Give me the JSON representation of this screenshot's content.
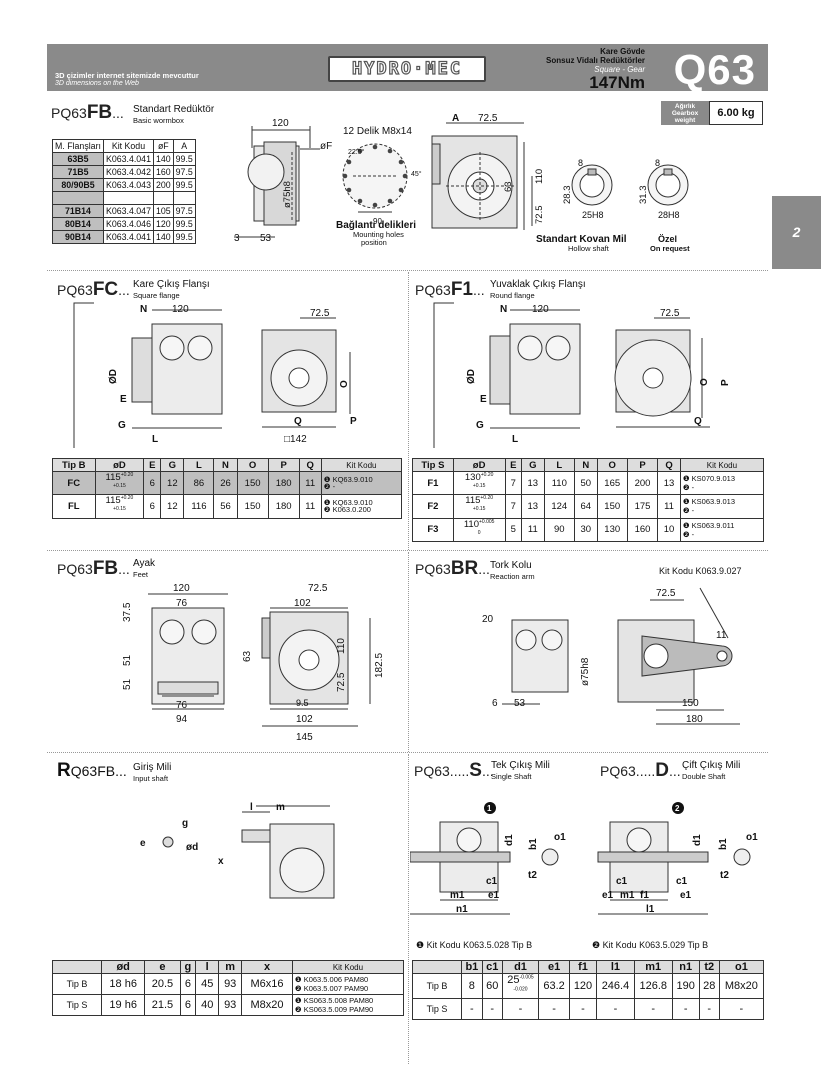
{
  "header": {
    "web_tr": "3D çizimler internet sitemizde mevcuttur",
    "web_en": "3D dimensions on the Web",
    "brand": "HYDRO·MEC",
    "cat_tr1": "Kare Gövde",
    "cat_tr2": "Sonsuz Vidalı Redüktörler",
    "cat_en": "Square - Gear",
    "torque": "147Nm",
    "model": "Q63"
  },
  "side_tab": "2",
  "fb": {
    "code_pre": "PQ63",
    "code_big": "FB",
    "code_post": "...",
    "title": "Standart Redüktör",
    "subtitle": "Basic wormbox",
    "weight_tr": "Ağırlık",
    "weight_en1": "Gearbox",
    "weight_en2": "weight",
    "weight": "6.00 kg",
    "table_headers": [
      "M. Flanşları",
      "Kit Kodu",
      "øF",
      "A"
    ],
    "rows": [
      [
        "63B5",
        "K063.4.041",
        "140",
        "99.5"
      ],
      [
        "71B5",
        "K063.4.042",
        "160",
        "97.5"
      ],
      [
        "80/90B5",
        "K063.4.043",
        "200",
        "99.5"
      ],
      [
        "",
        "",
        "",
        ""
      ],
      [
        "71B14",
        "K063.4.047",
        "105",
        "97.5"
      ],
      [
        "80B14",
        "K063.4.046",
        "120",
        "99.5"
      ],
      [
        "90B14",
        "K063.4.041",
        "140",
        "99.5"
      ]
    ],
    "holes_title": "12 Delik M8x14",
    "holes_tr": "Bağlantı delikleri",
    "holes_en1": "Mounting holes",
    "holes_en2": "position",
    "shaft_tr": "Standart Kovan Mil",
    "shaft_en": "Hollow shaft",
    "ozel_tr": "Özel",
    "ozel_en": "On request",
    "dims": {
      "d120": "120",
      "dF": "øF",
      "d75": "ø75h8",
      "d3": "3",
      "d53": "53",
      "dA": "A",
      "d72": "72.5",
      "d63": "63",
      "d110": "110",
      "d725": "72.5",
      "d90": "90",
      "d225": "22.5°",
      "d45": "45°",
      "d8": "8",
      "d283": "28.3",
      "d25": "25H8",
      "d8b": "8",
      "d313": "31.3",
      "d28": "28H8"
    }
  },
  "fc": {
    "code_pre": "PQ63",
    "code_big": "FC",
    "code_post": "...",
    "title": "Kare Çıkış Flanşı",
    "subtitle": "Square flange",
    "dims": {
      "N": "N",
      "d120": "120",
      "dD": "ØD",
      "E": "E",
      "G": "G",
      "L": "L",
      "d72": "72.5",
      "O": "O",
      "Q": "Q",
      "P": "P",
      "d142": "□142"
    },
    "headers": [
      "Tip B",
      "øD",
      "E",
      "G",
      "L",
      "N",
      "O",
      "P",
      "Q",
      "Kit Kodu"
    ],
    "rows": [
      {
        "tip": "FC",
        "d": "115",
        "tol1": "+0.20",
        "tol2": "+0.15",
        "E": "6",
        "G": "12",
        "L": "86",
        "N": "26",
        "O": "150",
        "P": "180",
        "Q": "11",
        "k1": "KQ63.9.010",
        "k2": "-"
      },
      {
        "tip": "FL",
        "d": "115",
        "tol1": "+0.20",
        "tol2": "+0.15",
        "E": "6",
        "G": "12",
        "L": "116",
        "N": "56",
        "O": "150",
        "P": "180",
        "Q": "11",
        "k1": "KQ63.9.010",
        "k2": "K063.0.200"
      }
    ]
  },
  "f1": {
    "code_pre": "PQ63",
    "code_big": "F1",
    "code_post": "...",
    "title": "Yuvaklak Çıkış Flanşı",
    "subtitle": "Round flange",
    "dims": {
      "N": "N",
      "d120": "120",
      "dD": "ØD",
      "E": "E",
      "G": "G",
      "L": "L",
      "d72": "72.5",
      "O": "O",
      "P": "P",
      "Q": "Q"
    },
    "headers": [
      "Tip S",
      "øD",
      "E",
      "G",
      "L",
      "N",
      "O",
      "P",
      "Q",
      "Kit Kodu"
    ],
    "rows": [
      {
        "tip": "F1",
        "d": "130",
        "tol1": "+0.20",
        "tol2": "+0.15",
        "E": "7",
        "G": "13",
        "L": "110",
        "N": "50",
        "O": "165",
        "P": "200",
        "Q": "13",
        "k1": "KS070.9.013",
        "k2": "-"
      },
      {
        "tip": "F2",
        "d": "115",
        "tol1": "+0.20",
        "tol2": "+0.15",
        "E": "7",
        "G": "13",
        "L": "124",
        "N": "64",
        "O": "150",
        "P": "175",
        "Q": "11",
        "k1": "KS063.9.013",
        "k2": "-"
      },
      {
        "tip": "F3",
        "d": "110",
        "tol1": "+0.005",
        "tol2": "0",
        "E": "5",
        "G": "11",
        "L": "90",
        "N": "30",
        "O": "130",
        "P": "160",
        "Q": "10",
        "k1": "KS063.9.011",
        "k2": "-"
      }
    ]
  },
  "feet": {
    "code_pre": "PQ63",
    "code_big": "FB",
    "code_post": "...",
    "title": "Ayak",
    "subtitle": "Feet",
    "dims": {
      "d120": "120",
      "d76": "76",
      "d375": "37.5",
      "d51a": "51",
      "d51b": "51",
      "d76b": "76",
      "d94": "94",
      "d725": "72.5",
      "d102": "102",
      "d63": "63",
      "d110": "110",
      "d1825": "182.5",
      "d725b": "72.5",
      "d95": "9.5",
      "d102b": "102",
      "d145": "145"
    }
  },
  "br": {
    "code_pre": "PQ63",
    "code_big": "BR",
    "code_post": "...",
    "title": "Tork Kolu",
    "subtitle": "Reaction arm",
    "kit": "Kit Kodu K063.9.027",
    "dims": {
      "d725": "72.5",
      "d20": "20",
      "d75": "ø75h8",
      "d11": "11",
      "d6": "6",
      "d53": "53",
      "d150": "150",
      "d180": "180"
    }
  },
  "input": {
    "code_big": "R",
    "code_rest": "Q63FB...",
    "title": "Giriş Mili",
    "subtitle": "Input shaft",
    "dims": {
      "e": "e",
      "g": "g",
      "d": "ød",
      "l": "l",
      "m": "m",
      "x": "x"
    },
    "headers": [
      "",
      "ød",
      "e",
      "g",
      "l",
      "m",
      "x",
      "Kit Kodu"
    ],
    "rows": [
      {
        "tip": "Tip B",
        "d": "18 h6",
        "e": "20.5",
        "g": "6",
        "l": "45",
        "m": "93",
        "x": "M6x16",
        "k1": "K063.5.006 PAM80",
        "k2": "K063.5.007 PAM90"
      },
      {
        "tip": "Tip S",
        "d": "19 h6",
        "e": "21.5",
        "g": "6",
        "l": "40",
        "m": "93",
        "x": "M8x20",
        "k1": "KS063.5.008 PAM80",
        "k2": "KS063.5.009 PAM90"
      }
    ]
  },
  "single": {
    "code_pre": "PQ63.....",
    "code_big": "S",
    "code_post": "...",
    "title": "Tek Çıkış Mili",
    "subtitle": "Single Shaft"
  },
  "double": {
    "code_pre": "PQ63.....",
    "code_big": "D",
    "code_post": "...",
    "title": "Çift Çıkış Mili",
    "subtitle": "Double Shaft"
  },
  "shaft_dims": {
    "d1": "d1",
    "b1": "b1",
    "o1": "o1",
    "t2": "t2",
    "c1": "c1",
    "m1": "m1",
    "e1": "e1",
    "n1": "n1",
    "f1": "f1",
    "l1": "l1"
  },
  "kit1": "Kit Kodu K063.5.028 Tip B",
  "kit2": "Kit Kodu K063.5.029 Tip B",
  "shaft_table": {
    "headers": [
      "",
      "b1",
      "c1",
      "d1",
      "e1",
      "f1",
      "l1",
      "m1",
      "n1",
      "t2",
      "o1"
    ],
    "rows": [
      {
        "tip": "Tip B",
        "b1": "8",
        "c1": "60",
        "d1": "25",
        "tol1": "-0.005",
        "tol2": "-0.020",
        "e1": "63.2",
        "f1": "120",
        "l1": "246.4",
        "m1": "126.8",
        "n1": "190",
        "t2": "28",
        "o1": "M8x20"
      },
      {
        "tip": "Tip S",
        "b1": "-",
        "c1": "-",
        "d1": "-",
        "tol1": "",
        "tol2": "",
        "e1": "-",
        "f1": "-",
        "l1": "-",
        "m1": "-",
        "n1": "-",
        "t2": "-",
        "o1": "-"
      }
    ]
  }
}
